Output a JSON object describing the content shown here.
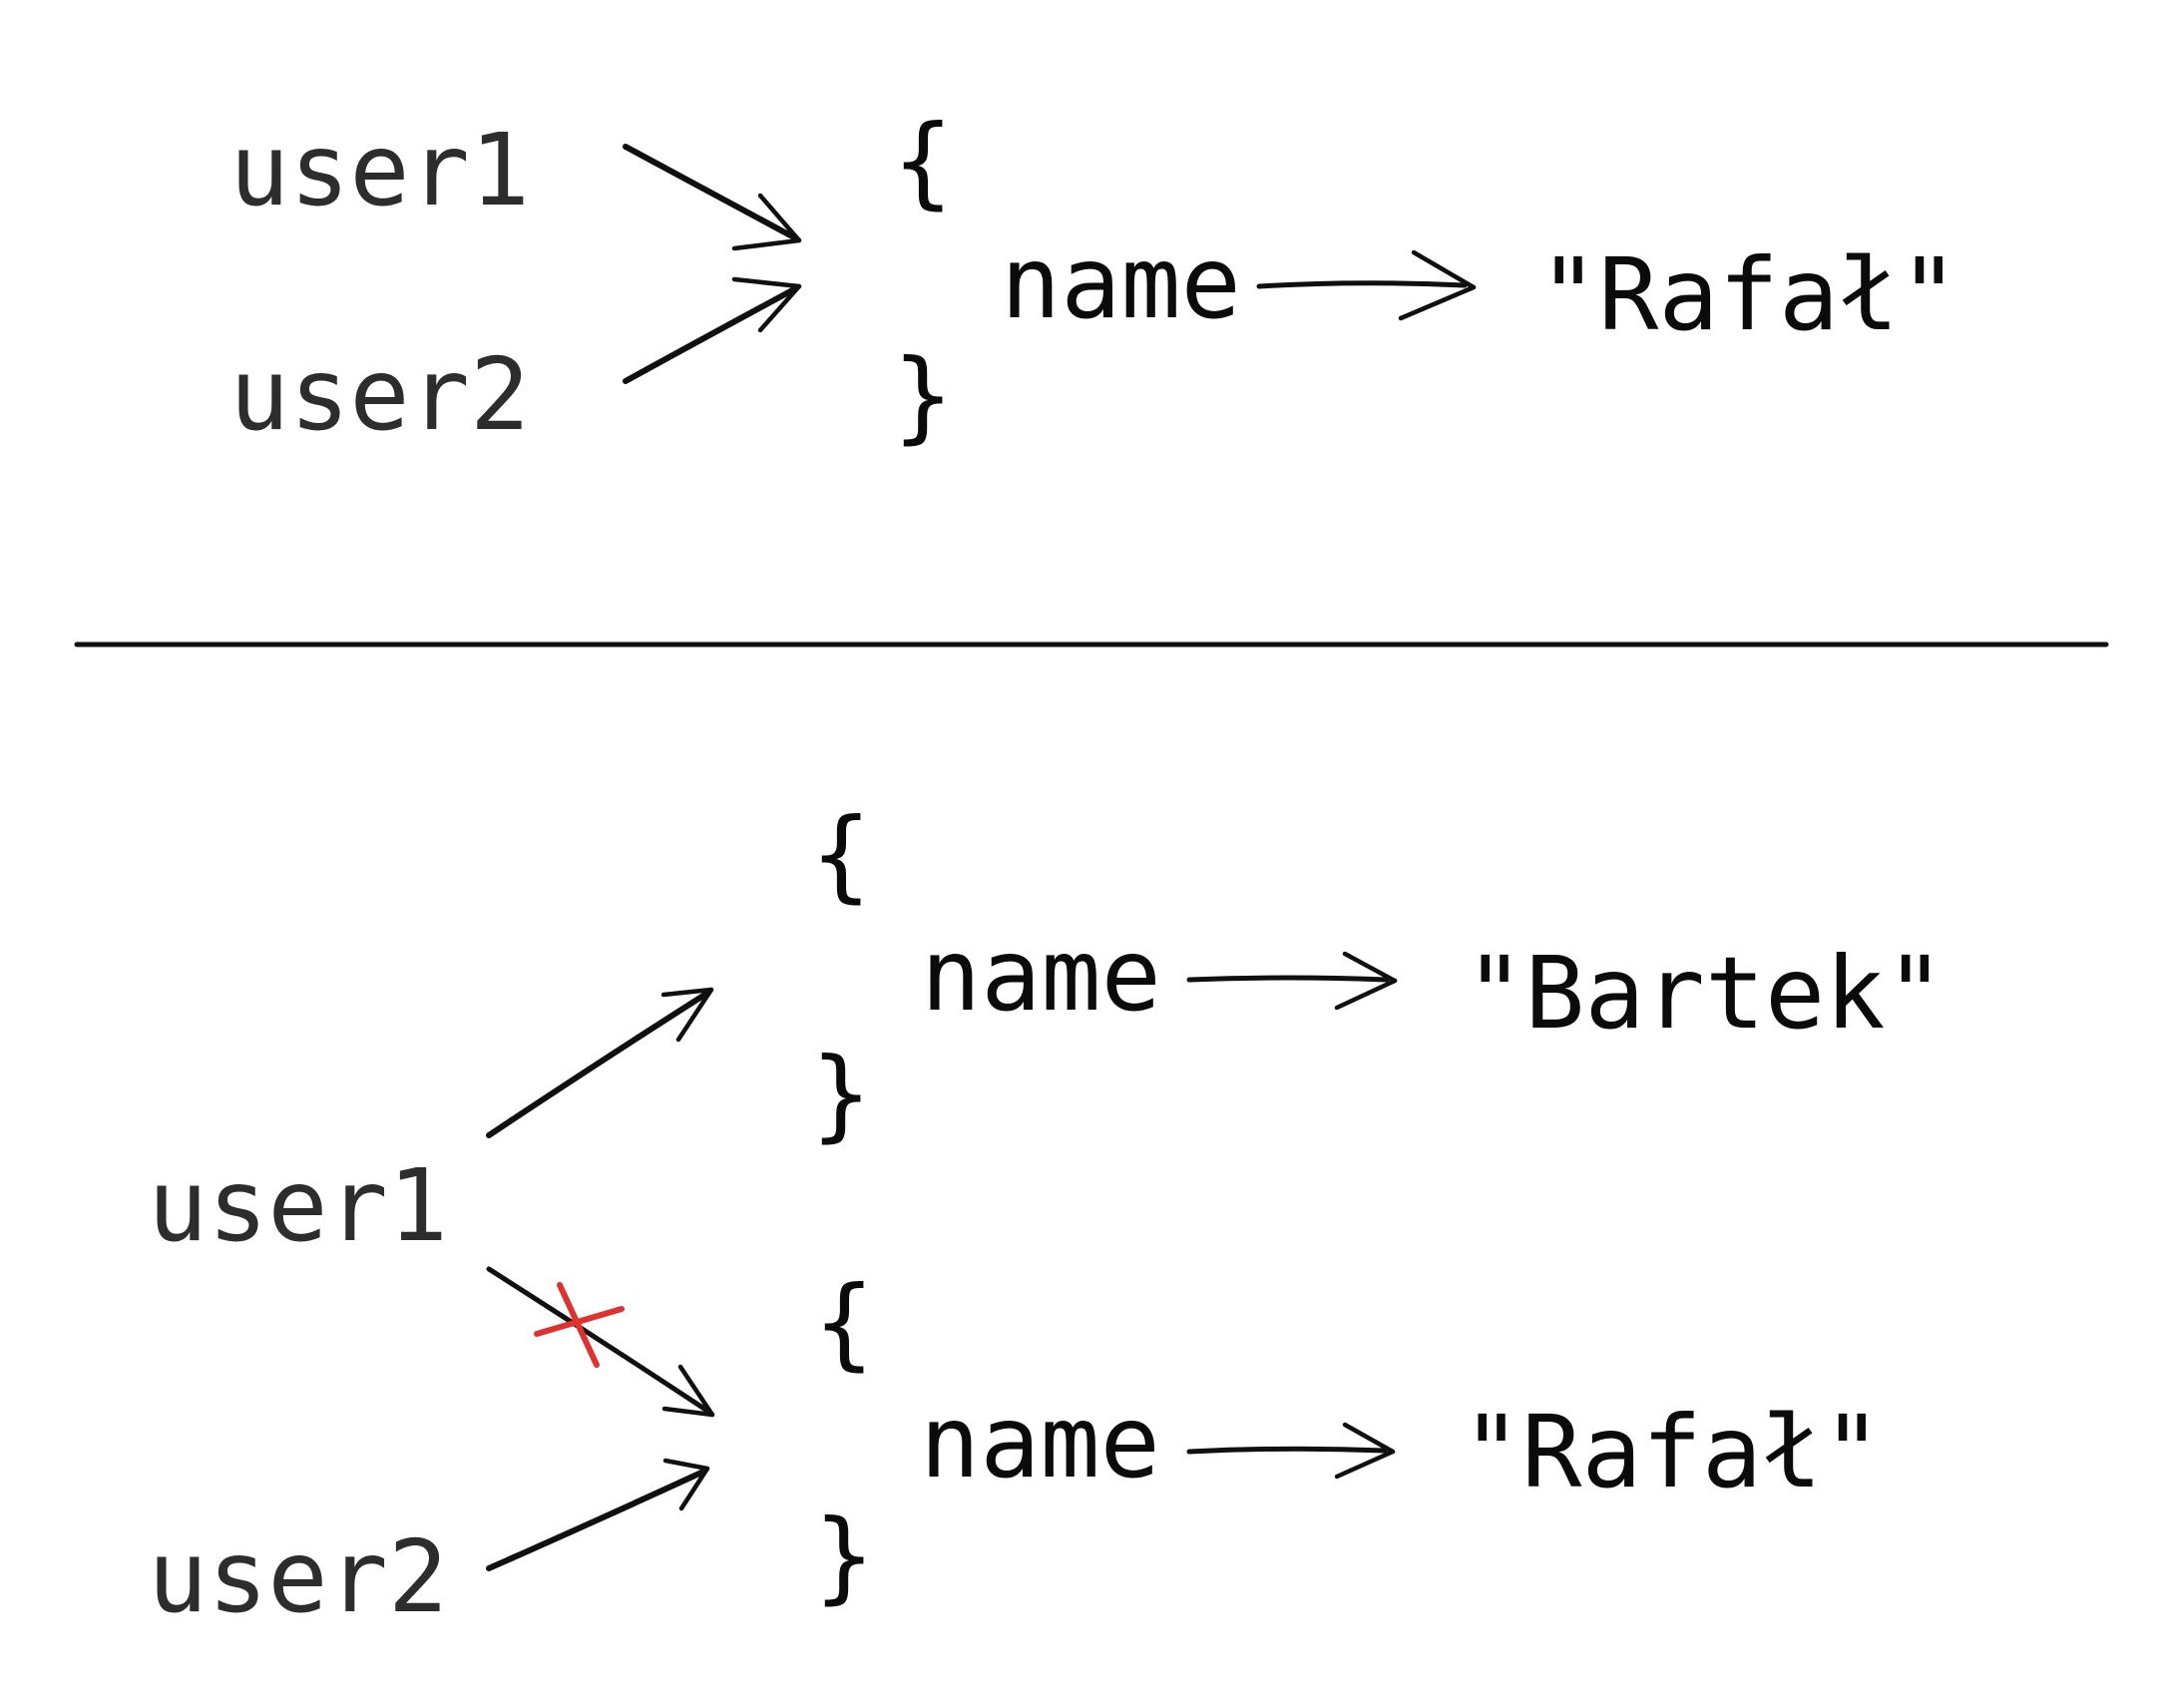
{
  "colors": {
    "ink": "#111111",
    "label": "#2d2d2d",
    "cross": "#e03131",
    "background": "#ffffff"
  },
  "top_section": {
    "variables": [
      {
        "label": "user1"
      },
      {
        "label": "user2"
      }
    ],
    "object": {
      "open_brace": "{",
      "key": "name",
      "value": "\"Rafał\"",
      "close_brace": "}"
    }
  },
  "bottom_section": {
    "variables": [
      {
        "label": "user1"
      },
      {
        "label": "user2"
      }
    ],
    "objects": [
      {
        "open_brace": "{",
        "key": "name",
        "value": "\"Bartek\"",
        "close_brace": "}"
      },
      {
        "open_brace": "{",
        "key": "name",
        "value": "\"Rafał\"",
        "close_brace": "}"
      }
    ]
  }
}
